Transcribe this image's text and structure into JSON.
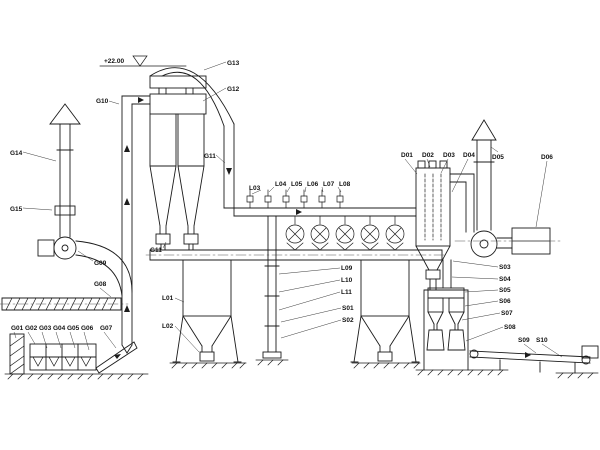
{
  "meta": {
    "drawing_type": "industrial process flow / equipment layout diagram",
    "background_color": "#ffffff",
    "line_color": "#1c1c1c"
  },
  "elevation_mark": "+22.00",
  "icons": {
    "elevation_datum_triangle": "▽"
  },
  "labels": {
    "g01": "G01",
    "g02": "G02",
    "g03": "G03",
    "g04": "G04",
    "g05": "G05",
    "g06": "G06",
    "g07": "G07",
    "g08": "G08",
    "g09": "G09",
    "g10": "G10",
    "g11": "G11",
    "g12": "G12",
    "g13": "G13",
    "g14": "G14",
    "g15": "G15",
    "l01": "L01",
    "l02": "L02",
    "l03": "L03",
    "l04": "L04",
    "l05": "L05",
    "l06": "L06",
    "l07": "L07",
    "l08": "L08",
    "l09": "L09",
    "l10": "L10",
    "l11": "L11",
    "s01": "S01",
    "s02": "S02",
    "s03": "S03",
    "s04": "S04",
    "s05": "S05",
    "s06": "S06",
    "s07": "S07",
    "s08": "S08",
    "s09": "S09",
    "s10": "S10",
    "d01": "D01",
    "d02": "D02",
    "d03": "D03",
    "d04": "D04",
    "d05": "D05",
    "d06": "D06"
  }
}
